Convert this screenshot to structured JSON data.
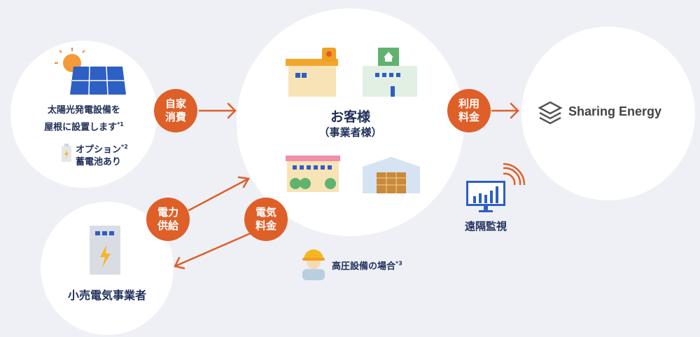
{
  "solar": {
    "line1": "太陽光発電設備を",
    "line2": "屋根に設置します",
    "note": "*1",
    "option": "オプション",
    "option_note": "*2",
    "battery": "蓄電池あり"
  },
  "utility": {
    "label": "小売電気事業者"
  },
  "customer": {
    "title": "お客様",
    "subtitle": "（事業者様）"
  },
  "hv": {
    "label": "高圧設備の場合",
    "note": "*3"
  },
  "brand": {
    "name": "Sharing Energy"
  },
  "monitor": {
    "label": "遠隔監視"
  },
  "badges": {
    "self": [
      "自家",
      "消費"
    ],
    "supply": [
      "電力",
      "供給"
    ],
    "fee": [
      "電気",
      "料金"
    ],
    "usage": [
      "利用",
      "料金"
    ]
  },
  "colors": {
    "accent": "#df5f28",
    "text": "#1f2f5a",
    "bg": "#eef0f6"
  }
}
